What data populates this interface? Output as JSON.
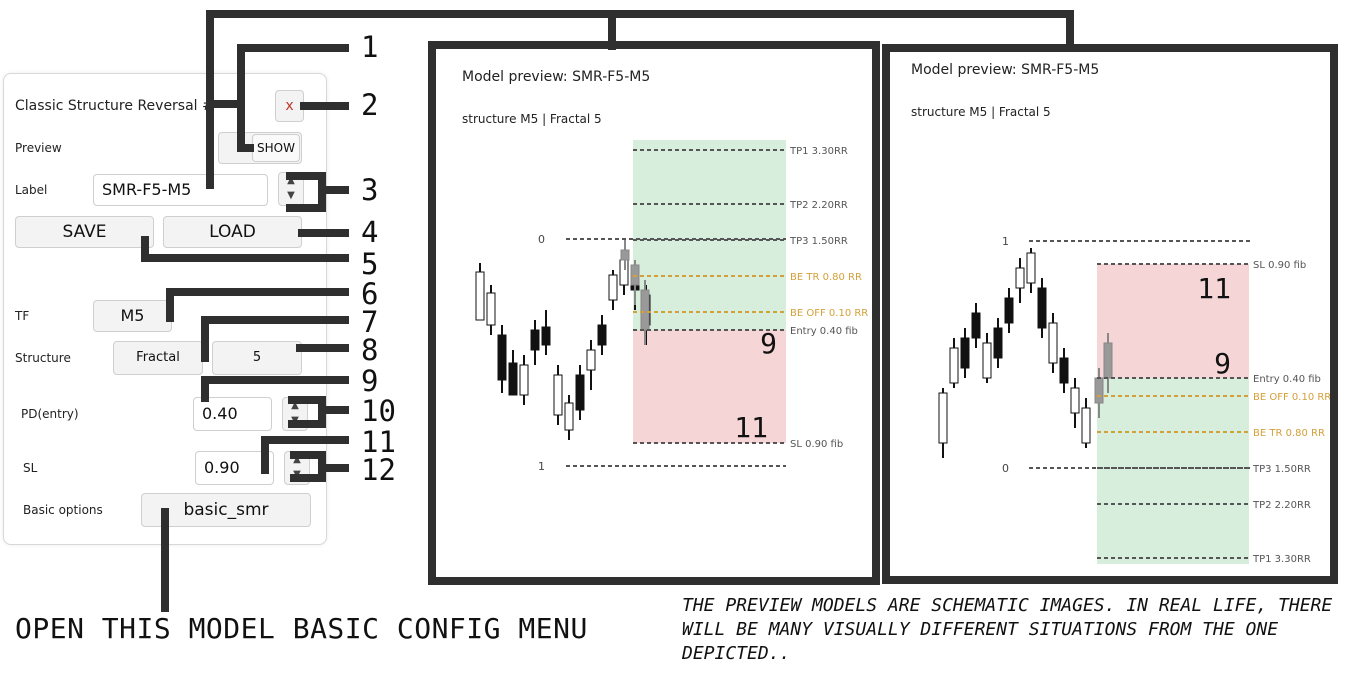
{
  "config_panel": {
    "title": "Classic Structure Reversal #",
    "close_label": "x",
    "preview": {
      "label": "Preview",
      "button": "SHOW"
    },
    "label_field": {
      "label": "Label",
      "value": "SMR-F5-M5"
    },
    "spin_up": "▲",
    "spin_down": "▼",
    "save_label": "SAVE",
    "load_label": "LOAD",
    "tf": {
      "label": "TF",
      "value": "M5"
    },
    "structure": {
      "label": "Structure",
      "type": "Fractal",
      "value": "5"
    },
    "pd_entry": {
      "label": "PD(entry)",
      "value": "0.40"
    },
    "sl": {
      "label": "SL",
      "value": "0.90"
    },
    "basic_options": {
      "label": "Basic options",
      "value": "basic_smr"
    }
  },
  "annotations": {
    "numbers": [
      "1",
      "2",
      "3",
      "4",
      "5",
      "6",
      "7",
      "8",
      "9",
      "10",
      "11",
      "12"
    ],
    "caption": "OPEN THIS MODEL BASIC CONFIG MENU",
    "note": "THE PREVIEW MODELS ARE SCHEMATIC IMAGES. IN REAL LIFE, THERE WILL BE MANY VISUALLY DIFFERENT SITUATIONS FROM THE ONE DEPICTED.."
  },
  "previews": [
    {
      "title": "Model preview: SMR-F5-M5",
      "subtitle": "structure M5 | Fractal 5",
      "direction": "long",
      "fib_top_label": "0",
      "fib_bottom_label": "1",
      "zone_labels": [
        "9",
        "11"
      ],
      "levels": [
        {
          "label": "TP1 3.30RR",
          "kind": "tp"
        },
        {
          "label": "TP2 2.20RR",
          "kind": "tp"
        },
        {
          "label": "TP3 1.50RR",
          "kind": "tp"
        },
        {
          "label": "BE TR 0.80 RR",
          "kind": "be"
        },
        {
          "label": "BE OFF 0.10 RR",
          "kind": "be"
        },
        {
          "label": "Entry 0.40 fib",
          "kind": "entry"
        },
        {
          "label": "SL 0.90 fib",
          "kind": "sl"
        }
      ]
    },
    {
      "title": "Model preview: SMR-F5-M5",
      "subtitle": "structure M5 | Fractal 5",
      "direction": "short",
      "fib_top_label": "1",
      "fib_bottom_label": "0",
      "zone_labels": [
        "11",
        "9"
      ],
      "levels": [
        {
          "label": "SL 0.90 fib",
          "kind": "sl"
        },
        {
          "label": "Entry 0.40 fib",
          "kind": "entry"
        },
        {
          "label": "BE OFF 0.10 RR",
          "kind": "be"
        },
        {
          "label": "BE TR 0.80 RR",
          "kind": "be"
        },
        {
          "label": "TP3 1.50RR",
          "kind": "tp"
        },
        {
          "label": "TP2 2.20RR",
          "kind": "tp"
        },
        {
          "label": "TP1 3.30RR",
          "kind": "tp"
        }
      ]
    }
  ],
  "colors": {
    "tp_zone": "#d6eedb",
    "sl_zone": "#f5d5d6",
    "level_line": "#555555",
    "be_line": "#d4a03a",
    "frame": "#333333"
  }
}
